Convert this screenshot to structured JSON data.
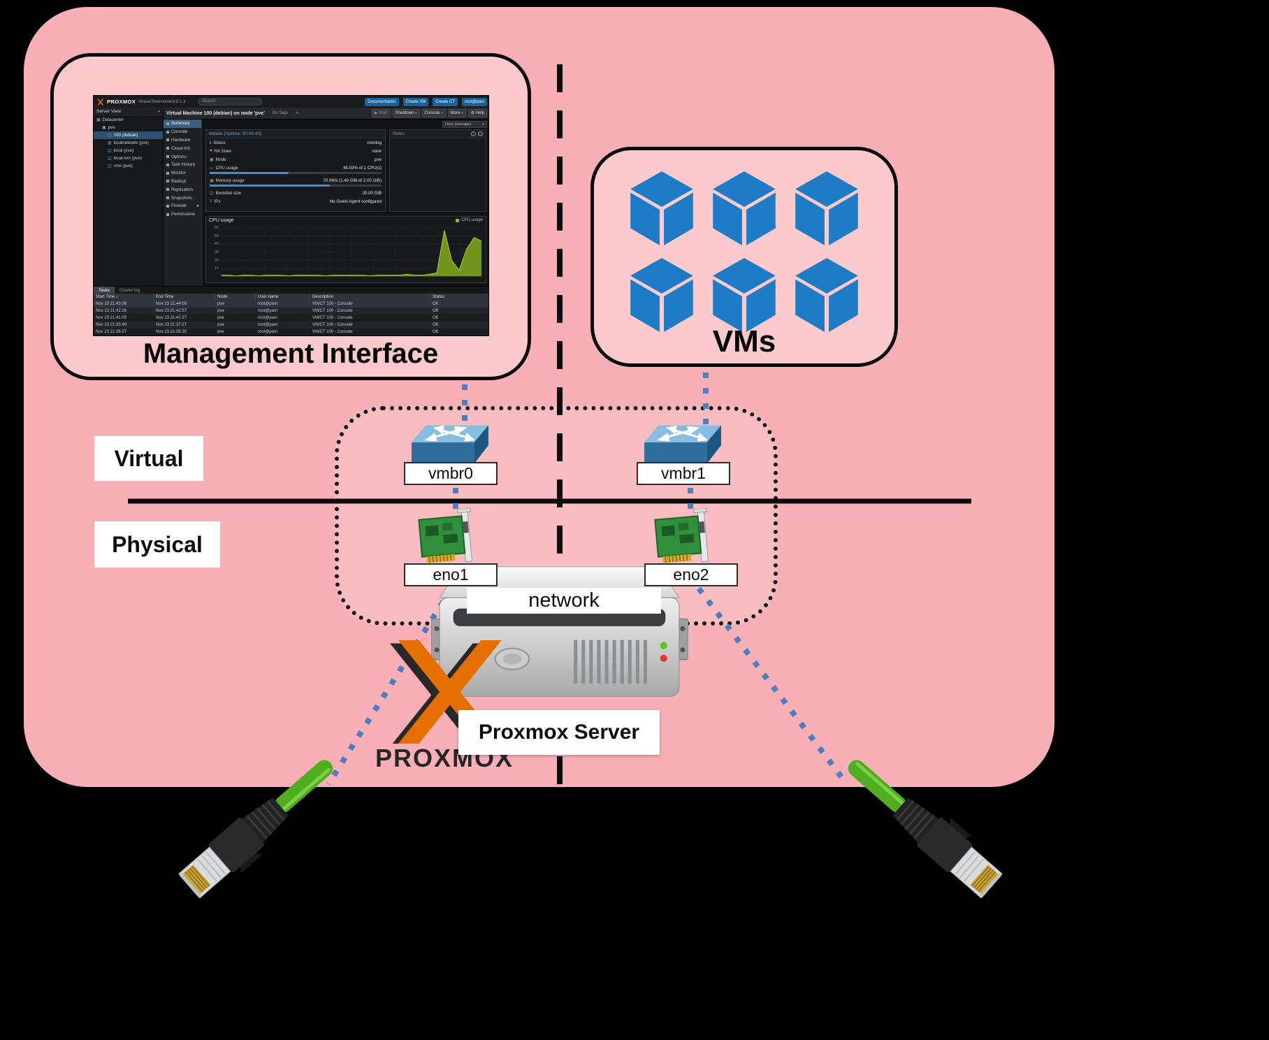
{
  "diagram": {
    "management_title": "Management Interface",
    "vms_title": "VMs",
    "virtual_label": "Virtual",
    "physical_label": "Physical",
    "network_label": "network",
    "server_label": "Proxmox Server",
    "wordmark": "PROXMOX",
    "bridges": [
      {
        "label": "vmbr0"
      },
      {
        "label": "vmbr1"
      }
    ],
    "nics": [
      {
        "label": "eno1"
      },
      {
        "label": "eno2"
      }
    ],
    "icons": {
      "vm_cube": "blue-3d-cube",
      "bridge": "virtual-switch",
      "nic": "network-interface-card",
      "server": "rack-server",
      "cable": "ethernet-cable-rj45",
      "logo": "proxmox-x-logo"
    },
    "colors": {
      "outer_pink": "#f8b0b6",
      "panel_pink": "#fcc9cc",
      "cube_blue": "#1e7cc6",
      "dot_blue": "#4d7fc0",
      "proxmox_orange": "#e57000"
    }
  },
  "console": {
    "header": {
      "brand": "PROXMOX",
      "version": "Virtual Environment 8.1.3",
      "search": "Search",
      "buttons": [
        {
          "label": "Documentation"
        },
        {
          "label": "Create VM"
        },
        {
          "label": "Create CT"
        },
        {
          "label": "root@pam"
        }
      ]
    },
    "toolbar": {
      "title": "Virtual Machine 100 (debian) on node 'pve'",
      "tags": "No Tags",
      "buttons": [
        {
          "label": "Start"
        },
        {
          "label": "Shutdown"
        },
        {
          "label": "Console"
        },
        {
          "label": "More"
        },
        {
          "label": "Help"
        }
      ],
      "range": "Hour (average)"
    },
    "tree": {
      "view": "Server View",
      "items": [
        {
          "label": "Datacenter"
        },
        {
          "label": "pve"
        },
        {
          "label": "100 (debian)"
        },
        {
          "label": "localnetwork (pve)"
        },
        {
          "label": "local (pve)"
        },
        {
          "label": "local-lvm (pve)"
        },
        {
          "label": "vms (pve)"
        }
      ]
    },
    "menu": [
      {
        "label": "Summary"
      },
      {
        "label": "Console"
      },
      {
        "label": "Hardware"
      },
      {
        "label": "Cloud-Init"
      },
      {
        "label": "Options"
      },
      {
        "label": "Task History"
      },
      {
        "label": "Monitor"
      },
      {
        "label": "Backup"
      },
      {
        "label": "Replication"
      },
      {
        "label": "Snapshots"
      },
      {
        "label": "Firewall"
      },
      {
        "label": "Permissions"
      }
    ],
    "summary": {
      "title": "debian (Uptime: 00:06:43)",
      "status_label": "Status",
      "status_value": "running",
      "ha_label": "HA State",
      "ha_value": "none",
      "node_label": "Node",
      "node_value": "pve",
      "cpu_label": "CPU usage",
      "cpu_value": "46.03% of 1 CPU(s)",
      "cpu_pct": 46.03,
      "mem_label": "Memory usage",
      "mem_value": "70.06% (1.40 GiB of 2.00 GiB)",
      "mem_pct": 70.06,
      "disk_label": "Bootdisk size",
      "disk_value": "20.00 GiB",
      "ips_label": "IPs",
      "ips_value": "No Guest Agent configured"
    },
    "notes": {
      "title": "Notes"
    },
    "chart": {
      "type": "area",
      "title": "CPU usage",
      "legend": "CPU usage",
      "ymax": 60,
      "yticks": [
        60,
        50,
        40,
        30,
        20,
        10
      ],
      "values": [
        2,
        2,
        1,
        2,
        2,
        1,
        2,
        2,
        2,
        1,
        2,
        2,
        2,
        2,
        1,
        2,
        2,
        2,
        2,
        2,
        1,
        2,
        2,
        2,
        2,
        3,
        2,
        2,
        3,
        5,
        57,
        20,
        8,
        34,
        48,
        44
      ]
    },
    "tasks": {
      "tabs": [
        {
          "label": "Tasks"
        },
        {
          "label": "Cluster log"
        }
      ],
      "columns": [
        {
          "label": "Start Time ↓"
        },
        {
          "label": "End Time"
        },
        {
          "label": "Node"
        },
        {
          "label": "User name"
        },
        {
          "label": "Description"
        },
        {
          "label": "Status"
        }
      ],
      "rows": [
        {
          "start": "Nov 23 21:43:36",
          "end": "Nov 23 21:44:08",
          "node": "pve",
          "user": "root@pam",
          "desc": "VM/CT 100 - Console",
          "status": "OK"
        },
        {
          "start": "Nov 23 21:42:26",
          "end": "Nov 23 21:42:57",
          "node": "pve",
          "user": "root@pam",
          "desc": "VM/CT 100 - Console",
          "status": "OK"
        },
        {
          "start": "Nov 23 21:41:09",
          "end": "Nov 23 21:41:37",
          "node": "pve",
          "user": "root@pam",
          "desc": "VM/CT 100 - Console",
          "status": "OK"
        },
        {
          "start": "Nov 23 21:35:40",
          "end": "Nov 23 21:37:27",
          "node": "pve",
          "user": "root@pam",
          "desc": "VM/CT 100 - Console",
          "status": "OK"
        },
        {
          "start": "Nov 23 21:35:27",
          "end": "Nov 23 21:35:35",
          "node": "pve",
          "user": "root@pam",
          "desc": "VM/CT 100 - Console",
          "status": "OK"
        }
      ]
    }
  }
}
